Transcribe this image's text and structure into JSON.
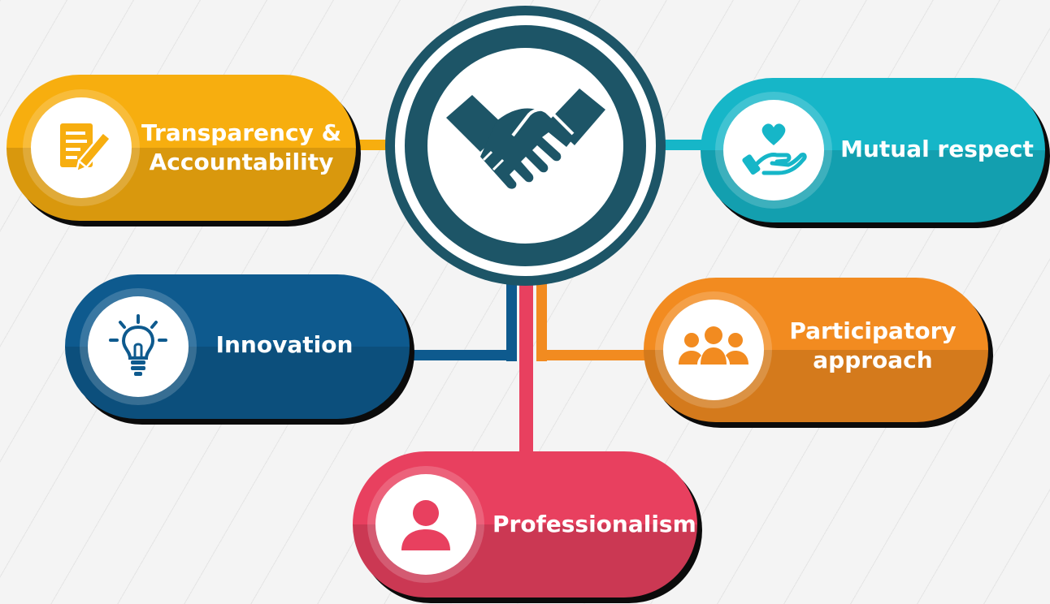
{
  "nodes": {
    "transparency": {
      "label": "Transparency &\nAccountability",
      "icon": "document-pen-icon",
      "color": "#f7ae0f"
    },
    "mutual_respect": {
      "label": "Mutual respect",
      "icon": "hand-heart-icon",
      "color": "#16b6c8"
    },
    "innovation": {
      "label": "Innovation",
      "icon": "lightbulb-icon",
      "color": "#0e5a8e"
    },
    "participatory": {
      "label": "Participatory\napproach",
      "icon": "group-icon",
      "color": "#f28b20"
    },
    "professionalism": {
      "label": "Professionalism",
      "icon": "person-icon",
      "color": "#e8405f"
    }
  },
  "hub": {
    "icon": "handshake-icon",
    "color": "#1d5567"
  }
}
